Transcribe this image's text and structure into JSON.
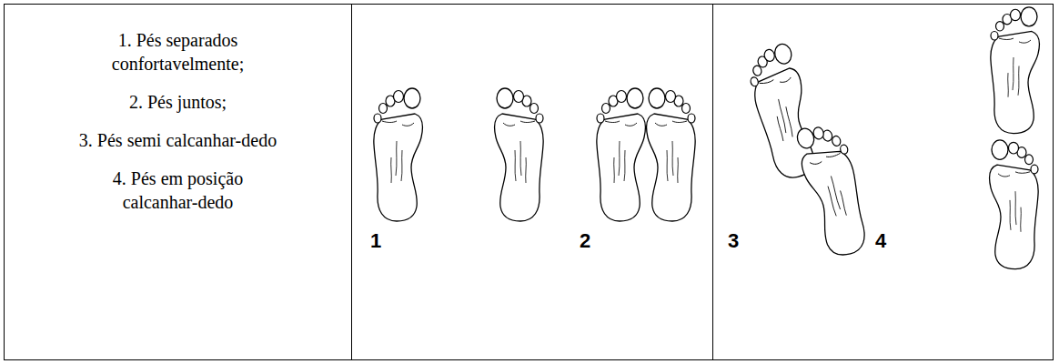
{
  "diagram": {
    "nodes": [
      {
        "text": [
          "1. Pés separados confortavelmente;",
          "2. Pés juntos;",
          "3. Pés semi calcanhar-dedo",
          "4. Pés em posição calcanhar-dedo"
        ]
      },
      {
        "text": [
          "1",
          "2"
        ]
      },
      {
        "text": [
          "3",
          "4"
        ]
      }
    ]
  }
}
